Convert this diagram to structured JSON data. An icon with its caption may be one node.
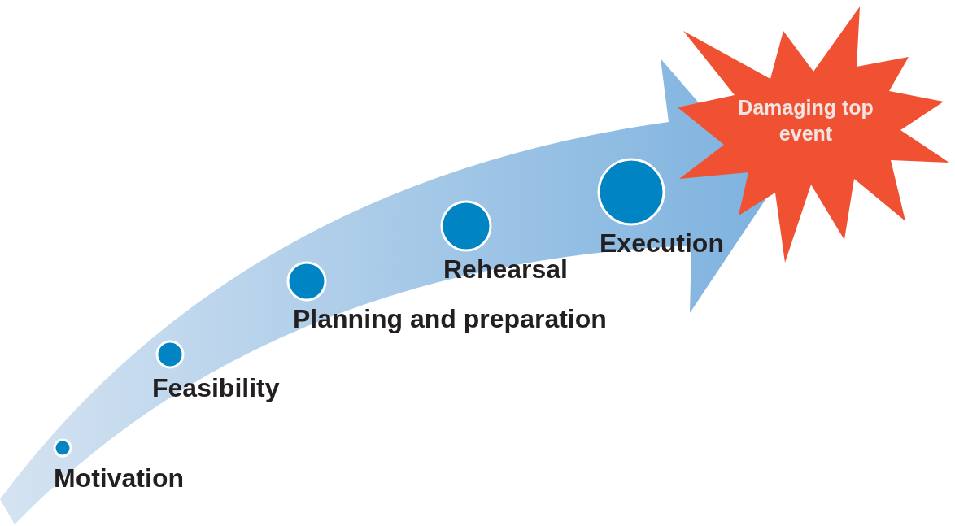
{
  "diagram": {
    "nodes": [
      {
        "text": [
          "Motivation"
        ]
      },
      {
        "text": [
          "Feasibility"
        ]
      },
      {
        "text": [
          "Planning and preparation"
        ]
      },
      {
        "text": [
          "Rehearsal"
        ]
      },
      {
        "text": [
          "Execution"
        ]
      },
      {
        "text": [
          "Damaging top event"
        ]
      }
    ]
  }
}
